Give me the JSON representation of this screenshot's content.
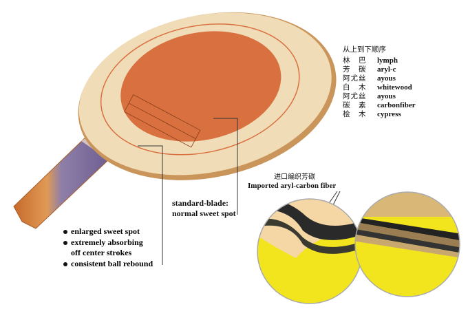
{
  "legend": {
    "title": "从上到下顺序",
    "layers": [
      {
        "cn": "林　巴",
        "en": "lymph"
      },
      {
        "cn": "芳　碳",
        "en": "aryl-c"
      },
      {
        "cn": "阿尤丝",
        "en": "ayous"
      },
      {
        "cn": "白　木",
        "en": "whitewood"
      },
      {
        "cn": "阿尤丝",
        "en": "ayous"
      },
      {
        "cn": "碳　素",
        "en": "carbonfiber"
      },
      {
        "cn": "桧　木",
        "en": "cypress"
      }
    ]
  },
  "standard_label": {
    "line1": "standard-blade:",
    "line2": "normal sweet spot"
  },
  "features": [
    "enlarged sweet spot",
    "extremely absorbing",
    "off center strokes",
    "consistent ball rebound"
  ],
  "fiber_label": {
    "cn": "进口编织芳碳",
    "en": "Imported aryl-carbon fiber"
  },
  "colors": {
    "wood": "#f1dcb8",
    "sweet_spot": "#d8703f",
    "rubber": "#f2e51e"
  }
}
